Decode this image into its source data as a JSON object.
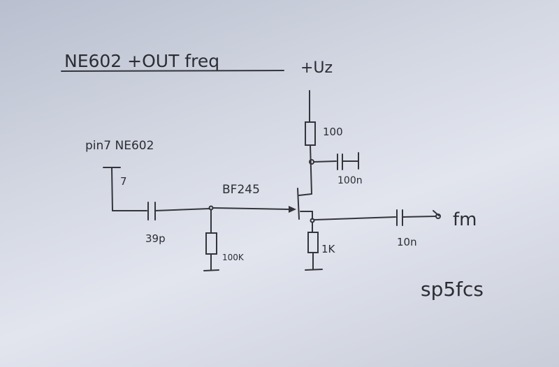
{
  "title": "NE602 +OUT freq",
  "supply_label": "+Uz",
  "input": {
    "label": "pin7 NE602",
    "pin": "7"
  },
  "components": {
    "r_drain": "100",
    "c_decouple": "100n",
    "transistor": "BF245",
    "c_input": "39p",
    "r_gate": "100K",
    "r_source": "1K",
    "c_output": "10n"
  },
  "output_label": "fm",
  "signature": "sp5fcs"
}
